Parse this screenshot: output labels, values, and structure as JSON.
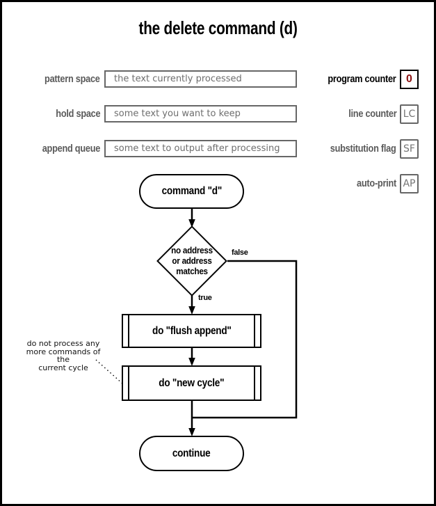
{
  "title": "the delete command (d)",
  "registers_left": [
    {
      "label": "pattern space",
      "value": "the text currently processed"
    },
    {
      "label": "hold space",
      "value": "some text you want to keep"
    },
    {
      "label": "append queue",
      "value": "some text to output after processing"
    }
  ],
  "registers_right": [
    {
      "label": "program counter",
      "value": "0"
    },
    {
      "label": "line counter",
      "value": "LC"
    },
    {
      "label": "substitution flag",
      "value": "SF"
    },
    {
      "label": "auto-print",
      "value": "AP"
    }
  ],
  "flowchart": {
    "start_label": "command \"d\"",
    "decision_line1": "no address",
    "decision_line2": "or address",
    "decision_line3": "matches",
    "false_label": "false",
    "true_label": "true",
    "process1_label": "do \"flush append\"",
    "process2_label": "do \"new cycle\"",
    "end_label": "continue",
    "annotation_line1": "do not process any",
    "annotation_line2": "more commands of the",
    "annotation_line3": "current cycle"
  },
  "colors": {
    "program_counter_value": "#8b1111",
    "muted_label": "#5a5a5a",
    "muted_border": "#666666",
    "muted_text": "#6e6e6e",
    "line": "#000000",
    "background": "#ffffff"
  }
}
